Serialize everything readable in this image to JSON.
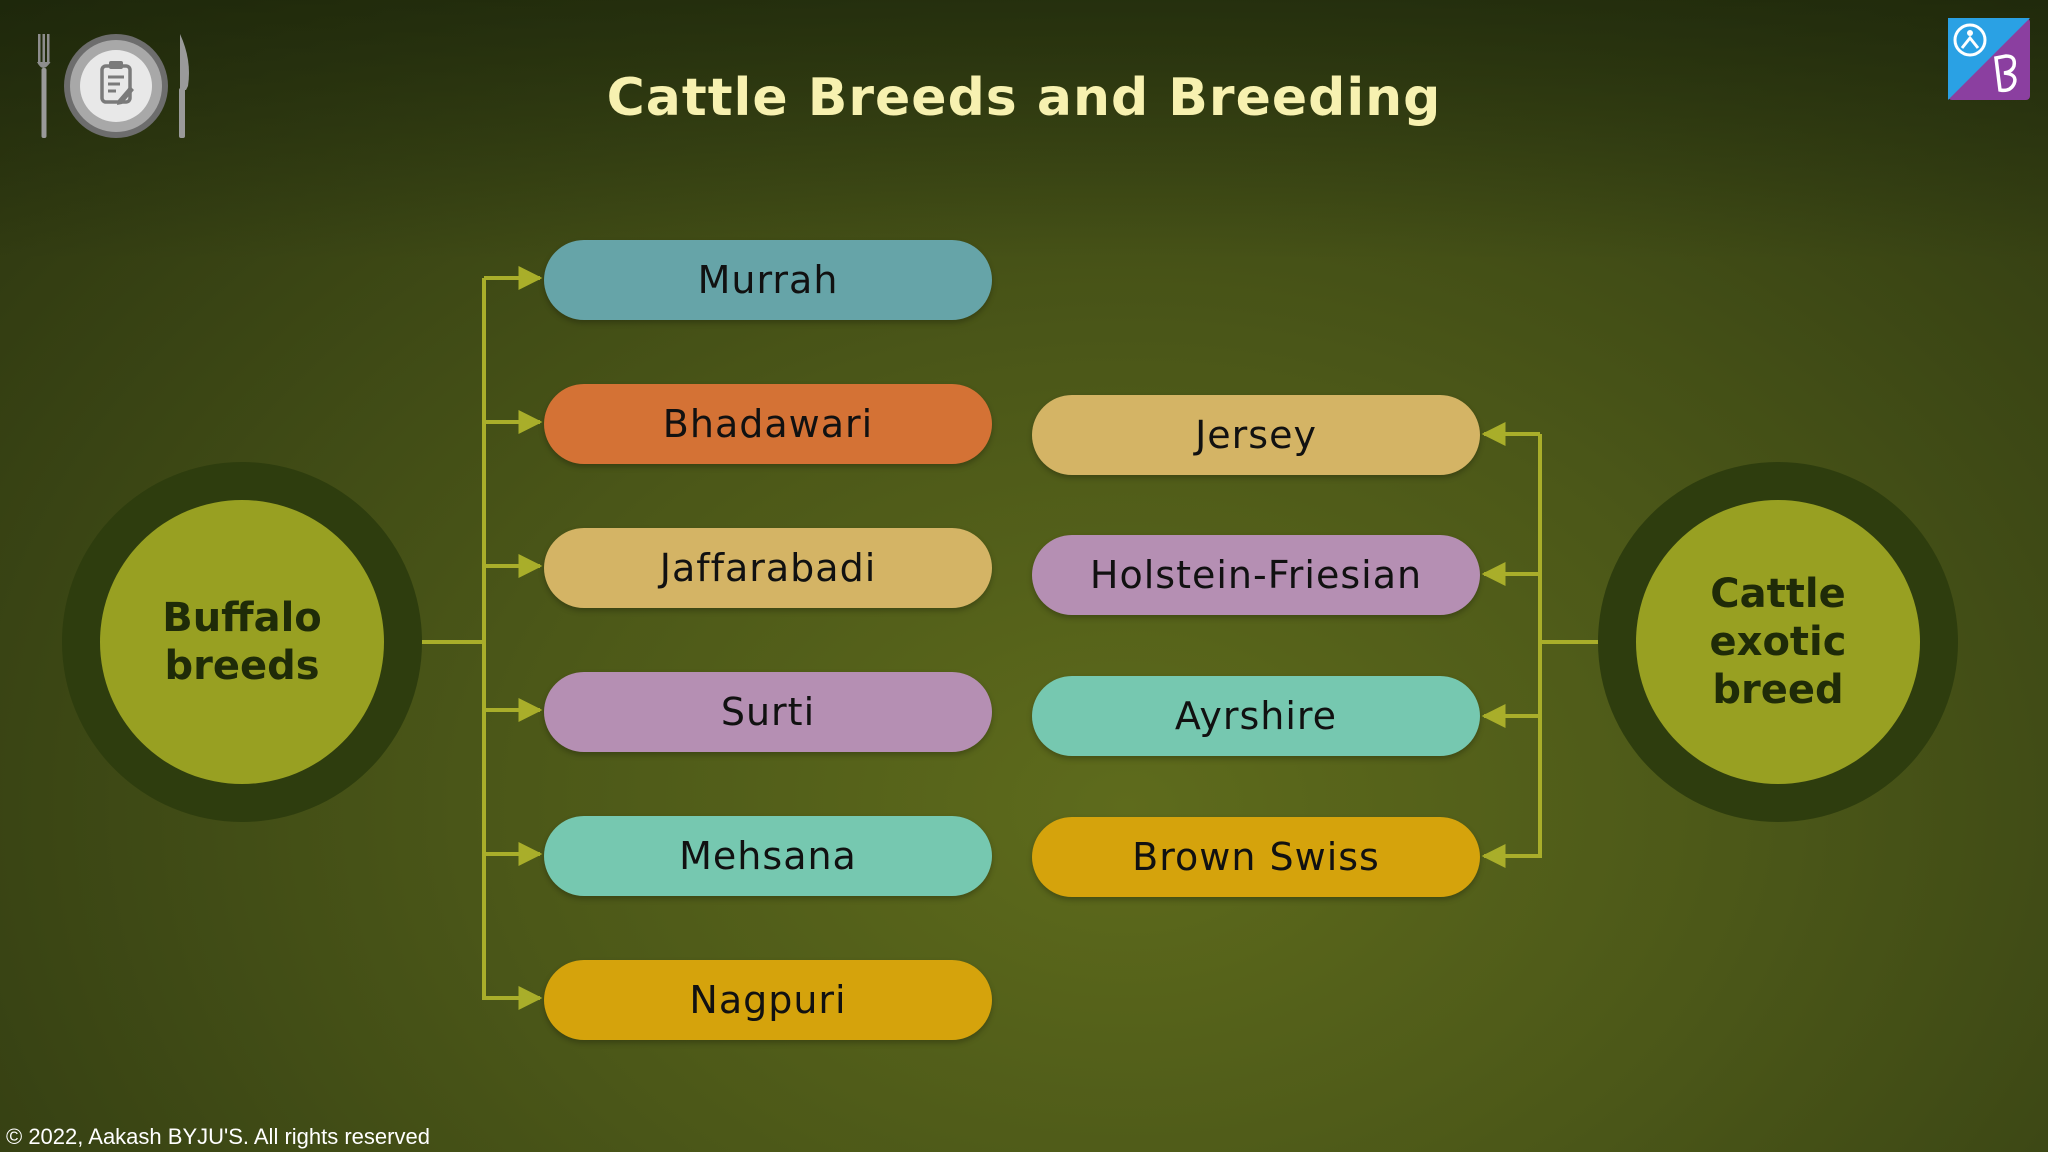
{
  "title": "Cattle Breeds and Breeding",
  "buffalo": {
    "label": "Buffalo breeds",
    "breeds": [
      {
        "name": "Murrah",
        "color": "#66a4a8"
      },
      {
        "name": "Bhadawari",
        "color": "#d47235"
      },
      {
        "name": "Jaffarabadi",
        "color": "#d4b465"
      },
      {
        "name": "Surti",
        "color": "#b58fb3"
      },
      {
        "name": "Mehsana",
        "color": "#76c8b0"
      },
      {
        "name": "Nagpuri",
        "color": "#d5a30c"
      }
    ]
  },
  "cattle": {
    "label": "Cattle exotic breed",
    "breeds": [
      {
        "name": "Jersey",
        "color": "#d4b465"
      },
      {
        "name": "Holstein-Friesian",
        "color": "#b58fb3"
      },
      {
        "name": "Ayrshire",
        "color": "#76c8b0"
      },
      {
        "name": "Brown Swiss",
        "color": "#d5a30c"
      }
    ]
  },
  "footer": "© 2022, Aakash BYJU'S. All rights reserved",
  "icons": {
    "top_left": "plate-with-clipboard-icon",
    "top_right": "byjus-logo-icon"
  },
  "colors": {
    "connector": "#a9ae2a",
    "title": "#f7f1b0"
  }
}
